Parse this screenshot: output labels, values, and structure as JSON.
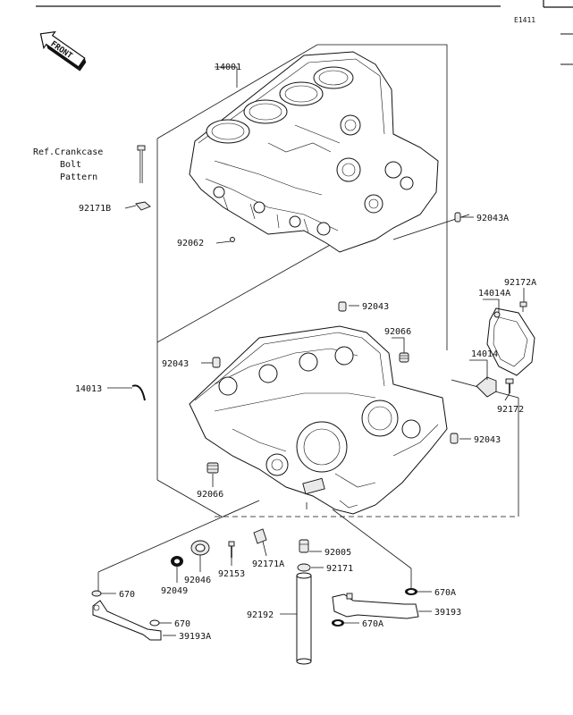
{
  "diagram": {
    "code": "E1411",
    "front_label": "FRONT",
    "parts": [
      {
        "key": "p14001",
        "label": "14001"
      },
      {
        "key": "ref",
        "line1": "Ref.Crankcase",
        "line2": "Bolt",
        "line3": "Pattern"
      },
      {
        "key": "p92171B",
        "label": "92171B"
      },
      {
        "key": "p92062",
        "label": "92062"
      },
      {
        "key": "p92043A",
        "label": "92043A"
      },
      {
        "key": "p92172A",
        "label": "92172A"
      },
      {
        "key": "p14014A",
        "label": "14014A"
      },
      {
        "key": "p92043_a",
        "label": "92043"
      },
      {
        "key": "p92066_a",
        "label": "92066"
      },
      {
        "key": "p92043_b",
        "label": "92043"
      },
      {
        "key": "p14014",
        "label": "14014"
      },
      {
        "key": "p14013",
        "label": "14013"
      },
      {
        "key": "p92172",
        "label": "92172"
      },
      {
        "key": "p92043_c",
        "label": "92043"
      },
      {
        "key": "p92066_b",
        "label": "92066"
      },
      {
        "key": "p92005",
        "label": "92005"
      },
      {
        "key": "p92171A",
        "label": "92171A"
      },
      {
        "key": "p92171",
        "label": "92171"
      },
      {
        "key": "p92153",
        "label": "92153"
      },
      {
        "key": "p92046",
        "label": "92046"
      },
      {
        "key": "p92049",
        "label": "92049"
      },
      {
        "key": "p670_a",
        "label": "670"
      },
      {
        "key": "p670A_a",
        "label": "670A"
      },
      {
        "key": "p92192",
        "label": "92192"
      },
      {
        "key": "p39193",
        "label": "39193"
      },
      {
        "key": "p670_b",
        "label": "670"
      },
      {
        "key": "p670A_b",
        "label": "670A"
      },
      {
        "key": "p39193A",
        "label": "39193A"
      }
    ]
  }
}
